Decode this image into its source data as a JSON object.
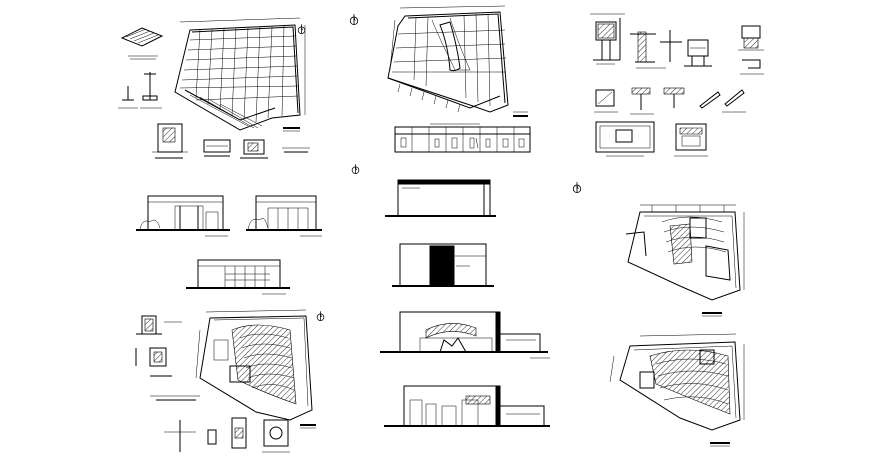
{
  "sheet": {
    "background": "#ffffff",
    "ink": "#000000"
  },
  "icons": {
    "north_arrow": "north-arrow-icon"
  },
  "drawings": [
    "roof-framing-plan",
    "roof-plan",
    "structural-details",
    "front-elevations",
    "side-elevations",
    "sections",
    "floor-plan-upper",
    "floor-plan-lower",
    "seating-plan",
    "foundation-details"
  ]
}
